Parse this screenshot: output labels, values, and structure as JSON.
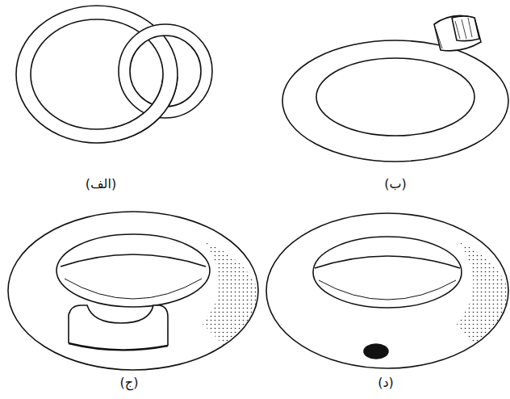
{
  "diagram": {
    "labels": [
      "(الف)",
      "(ب)",
      "(ج)",
      "(د)"
    ]
  }
}
